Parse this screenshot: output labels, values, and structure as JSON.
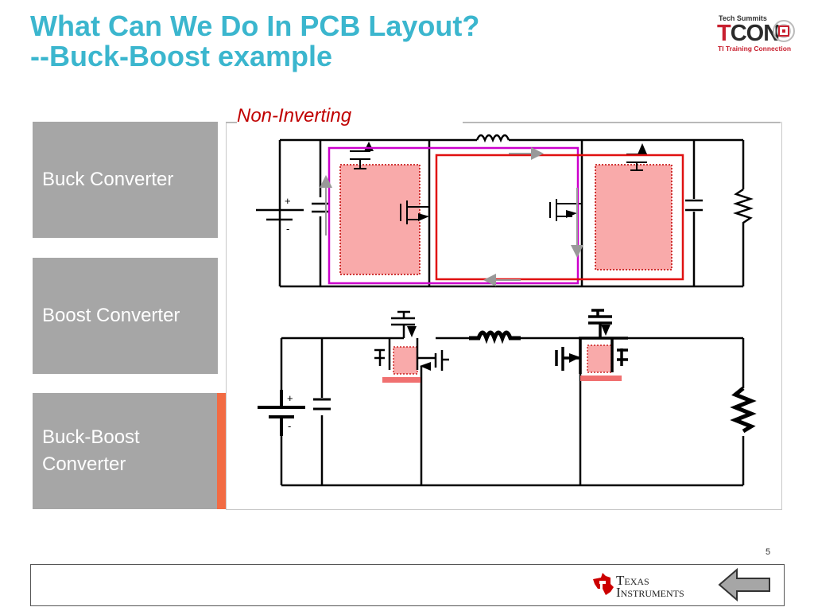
{
  "header": {
    "title_line1": "What Can We Do In PCB Layout?",
    "title_line2": "--Buck-Boost example"
  },
  "logo": {
    "tagline": "Tech Summits",
    "mark_t": "T",
    "mark_rest": "CON",
    "subline": "TI Training Connection"
  },
  "diagram": {
    "subtitle": "Non-Inverting",
    "plus_sign": "+",
    "minus_sign": "-"
  },
  "tabs": [
    {
      "label": "Buck Converter"
    },
    {
      "label": "Boost Converter"
    },
    {
      "label": "Buck-Boost Converter"
    }
  ],
  "footer": {
    "slide_number": "5",
    "company_line1": "Texas",
    "company_line2": "Instruments"
  },
  "colors": {
    "title": "#3BB6CE",
    "tab_background": "#A6A6A6",
    "active_tab_accent": "#F26B43",
    "subtitle": "#C00000",
    "magenta_loop": "#CC00CC",
    "red_loop": "#E01010",
    "hot_area": "#F9AAAA"
  },
  "icons": {
    "back_arrow": "left-arrow-icon",
    "ti_logo": "texas-instruments-logo-icon"
  }
}
